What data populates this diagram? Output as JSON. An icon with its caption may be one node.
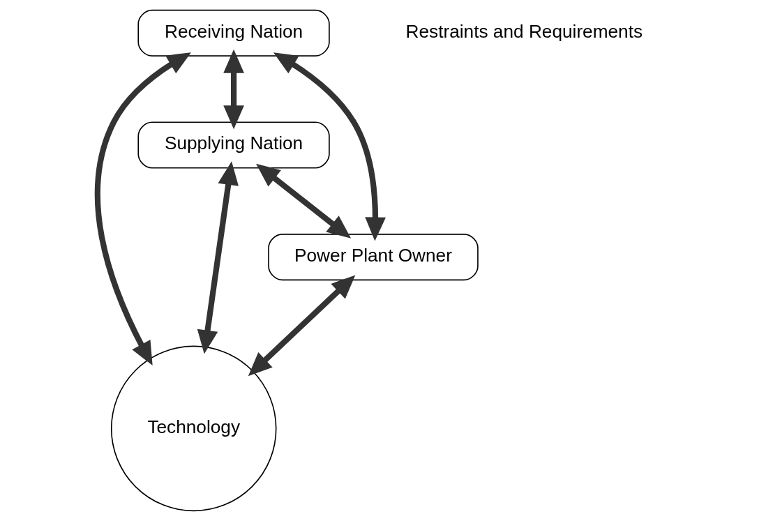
{
  "diagram": {
    "nodes": [
      {
        "text": [
          "Technology"
        ]
      },
      {
        "text": [
          "Receiving Nation"
        ]
      },
      {
        "text": [
          "Supplying Nation"
        ]
      },
      {
        "text": [
          "Power Plant Owner"
        ]
      }
    ],
    "edges": [
      {
        "from": 1,
        "to": 2,
        "arrow": "both"
      },
      {
        "from": 1,
        "to": 0,
        "arrow": "both"
      },
      {
        "from": 2,
        "to": 0,
        "arrow": "both"
      },
      {
        "from": 1,
        "to": 3,
        "arrow": "both"
      },
      {
        "from": 3,
        "to": 0,
        "arrow": "both"
      },
      {
        "from": 2,
        "to": 3,
        "arrow": "both"
      }
    ],
    "legend": [
      {
        "text": "Restraints and Requirements"
      }
    ]
  }
}
